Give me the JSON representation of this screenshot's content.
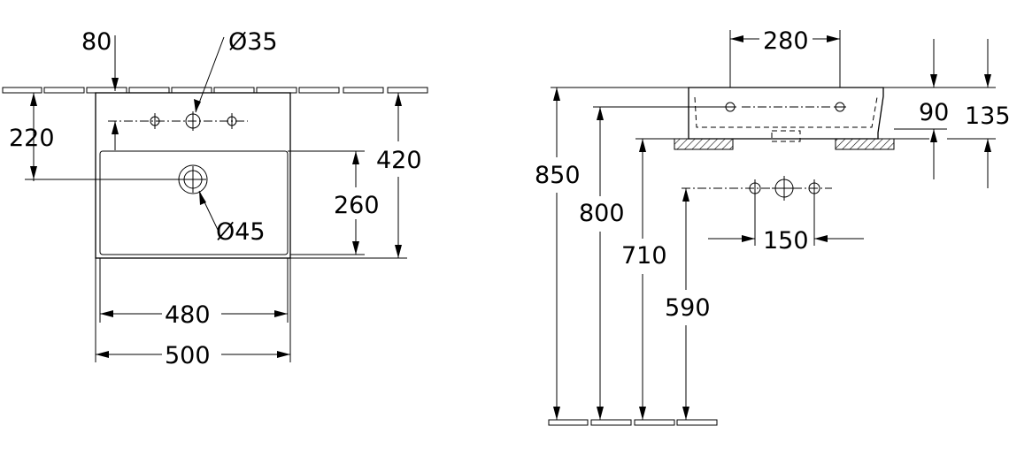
{
  "plan_view": {
    "tap_offset": "80",
    "tap_hole_diameter": "Ø35",
    "tap_to_wall": "220",
    "waste_diameter": "Ø45",
    "bowl_depth": "260",
    "total_depth": "420",
    "bowl_width": "480",
    "total_width": "500"
  },
  "side_view": {
    "fixing_spacing": "280",
    "total_height": "850",
    "rim_height": "800",
    "fixing_height": "710",
    "supply_height": "590",
    "supply_spacing": "150",
    "basin_height": "90",
    "overall_height": "135"
  }
}
